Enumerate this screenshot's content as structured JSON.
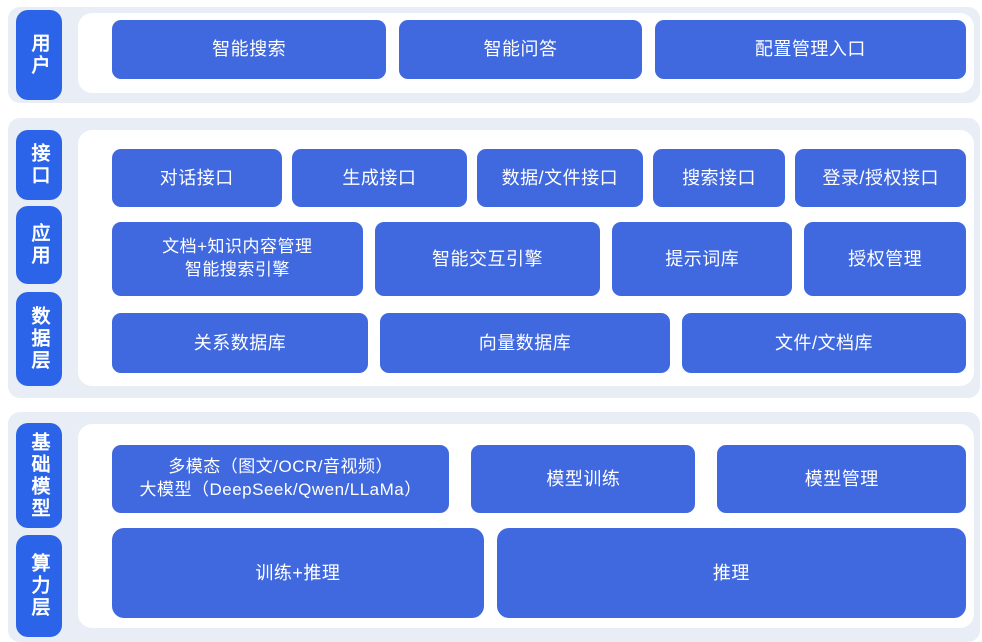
{
  "colors": {
    "box_blue": "#4169df",
    "label_blue": "#2b64e8",
    "section_bg": "#e8edf6",
    "panel_bg": "#ffffff",
    "box_text": "#ffffff"
  },
  "sections": [
    {
      "label": "用户",
      "row": [
        "智能搜索",
        "智能问答",
        "配置管理入口"
      ]
    },
    {
      "labels": [
        "接口",
        "应用",
        "数据层"
      ],
      "row1": [
        "对话接口",
        "生成接口",
        "数据/文件接口",
        "搜索接口",
        "登录/授权接口"
      ],
      "row2_box1": [
        "文档+知识内容管理",
        "智能搜索引擎"
      ],
      "row2": [
        "智能交互引擎",
        "提示词库",
        "授权管理"
      ],
      "row3": [
        "关系数据库",
        "向量数据库",
        "文件/文档库"
      ]
    },
    {
      "labels": [
        "基础模型",
        "算力层"
      ],
      "row1_box1": [
        "多模态（图文/OCR/音视频）",
        "大模型（DeepSeek/Qwen/LLaMa）"
      ],
      "row1": [
        "模型训练",
        "模型管理"
      ],
      "row2": [
        "训练+推理",
        "推理"
      ]
    }
  ]
}
